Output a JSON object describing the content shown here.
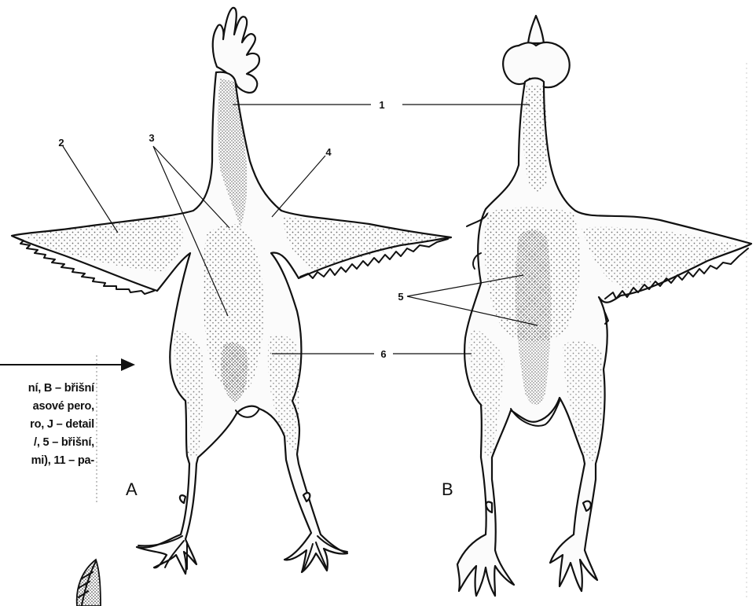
{
  "caption_fragment": {
    "lines": [
      "ní, B – břišní",
      "asové pero,",
      "ro, J – detail",
      "/, 5 – břišní,",
      "mi), 11 – pa-"
    ]
  },
  "panels": {
    "a": "A",
    "b": "B"
  },
  "callouts": {
    "c1": "1",
    "c2": "2",
    "c3": "3",
    "c4": "4",
    "c5": "5",
    "c6": "6"
  },
  "colors": {
    "ink": "#111111",
    "paper": "#ffffff"
  }
}
